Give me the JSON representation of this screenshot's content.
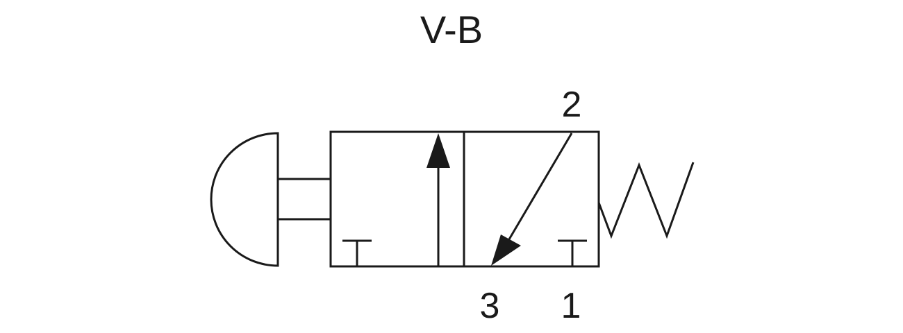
{
  "title": "V-B",
  "ports": {
    "port_2": "2",
    "port_3": "3",
    "port_1": "1"
  },
  "colors": {
    "line": "#1a1a1a",
    "background": "#ffffff"
  }
}
